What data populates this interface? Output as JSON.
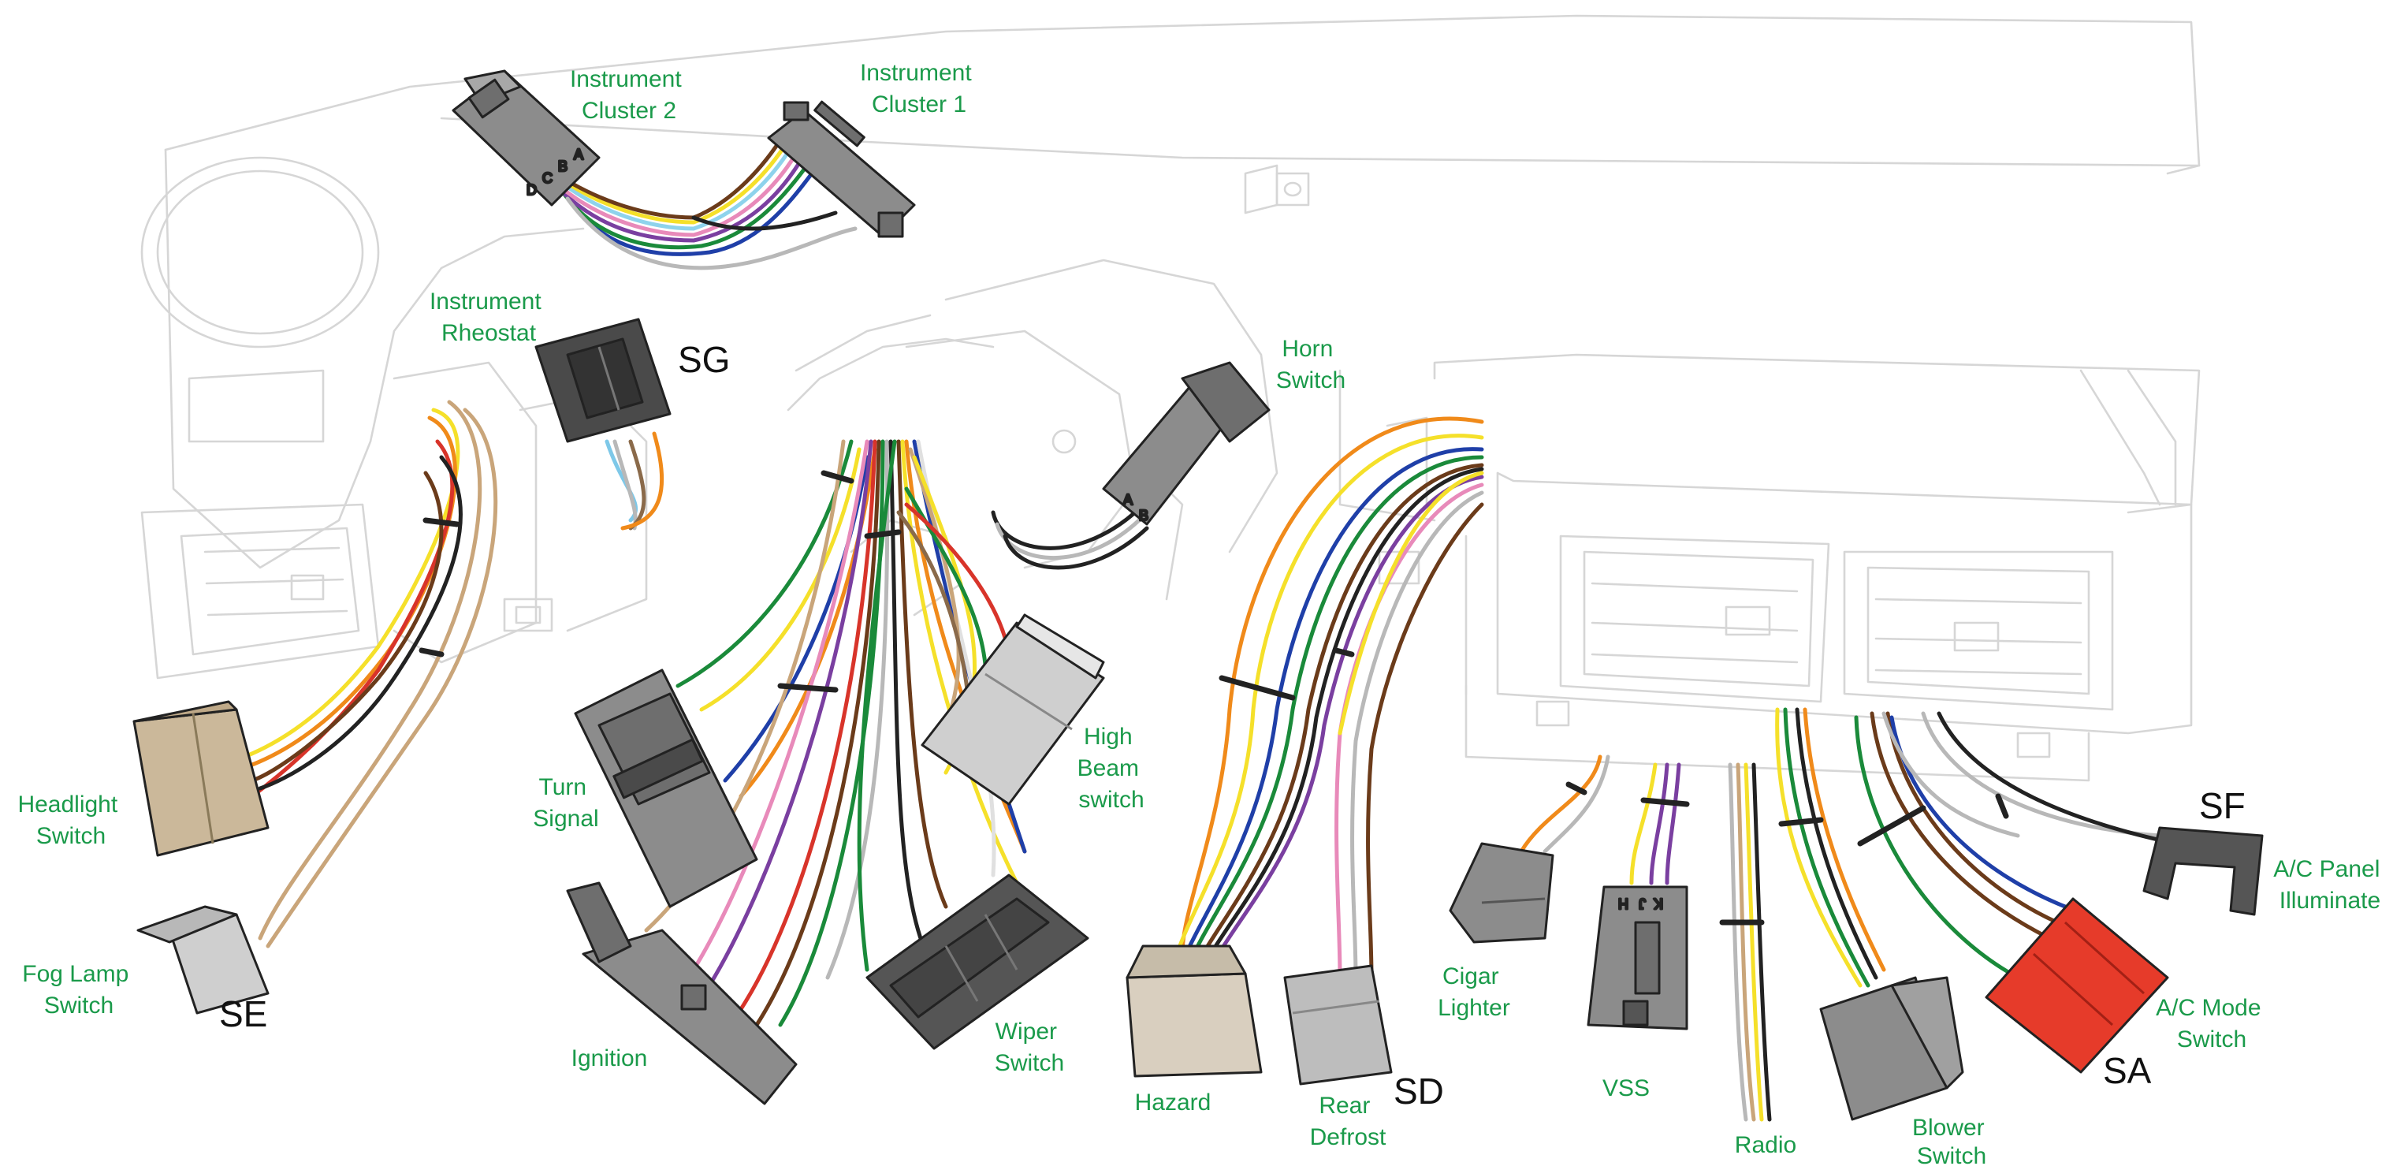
{
  "colors": {
    "label_text": "#1a9a4a",
    "code_text": "#111111",
    "dash_outline": "#d6d6d6",
    "connector_gray": "#8c8c8c",
    "connector_dark": "#4a4a4a",
    "connector_light": "#cfcfcf",
    "connector_tan": "#cbb89a",
    "connector_beige": "#d9cfbf",
    "connector_red": "#e63b2a"
  },
  "labels": {
    "instrument_cluster_2": [
      "Instrument",
      "Cluster 2"
    ],
    "instrument_cluster_1": [
      "Instrument",
      "Cluster 1"
    ],
    "instrument_rheostat": [
      "Instrument",
      "Rheostat"
    ],
    "horn_switch": [
      "Horn",
      "Switch"
    ],
    "headlight_switch": [
      "Headlight",
      "Switch"
    ],
    "fog_lamp_switch": [
      "Fog Lamp",
      "Switch"
    ],
    "turn_signal": [
      "Turn",
      "Signal"
    ],
    "high_beam_switch": [
      "High",
      "Beam",
      "switch"
    ],
    "ignition": [
      "Ignition"
    ],
    "wiper_switch": [
      "Wiper",
      "Switch"
    ],
    "hazard": [
      "Hazard"
    ],
    "rear_defrost": [
      "Rear",
      "Defrost"
    ],
    "cigar_lighter": [
      "Cigar",
      "Lighter"
    ],
    "vss": [
      "VSS"
    ],
    "radio": [
      "Radio"
    ],
    "blower_switch": [
      "Blower",
      "Switch"
    ],
    "ac_mode_switch": [
      "A/C Mode",
      "Switch"
    ],
    "ac_panel_illuminate": [
      "A/C Panel",
      "Illuminate"
    ]
  },
  "codes": {
    "sg": "SG",
    "se": "SE",
    "sd": "SD",
    "sa": "SA",
    "sf": "SF"
  },
  "pins": {
    "cluster2": [
      "D",
      "C",
      "B",
      "A"
    ],
    "horn": [
      "A",
      "B"
    ],
    "vss": [
      "K",
      "J",
      "H"
    ]
  }
}
